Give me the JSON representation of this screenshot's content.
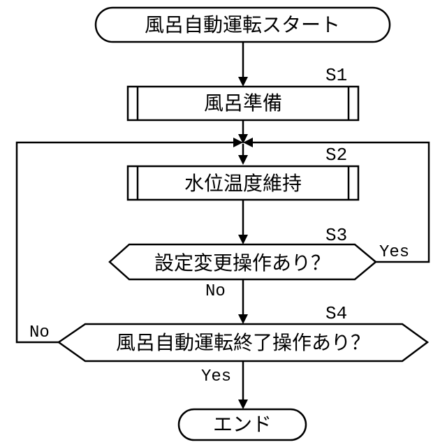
{
  "nodes": {
    "start": "風呂自動運転スタート",
    "s1": "風呂準備",
    "s2": "水位温度維持",
    "s3": "設定変更操作あり？",
    "s4": "風呂自動運転終了操作あり？",
    "end": "エンド"
  },
  "steps": {
    "s1": "S1",
    "s2": "S2",
    "s3": "S3",
    "s4": "S4"
  },
  "branches": {
    "s3_yes": "Yes",
    "s3_no": "No",
    "s4_no": "No",
    "s4_yes": "Yes"
  }
}
